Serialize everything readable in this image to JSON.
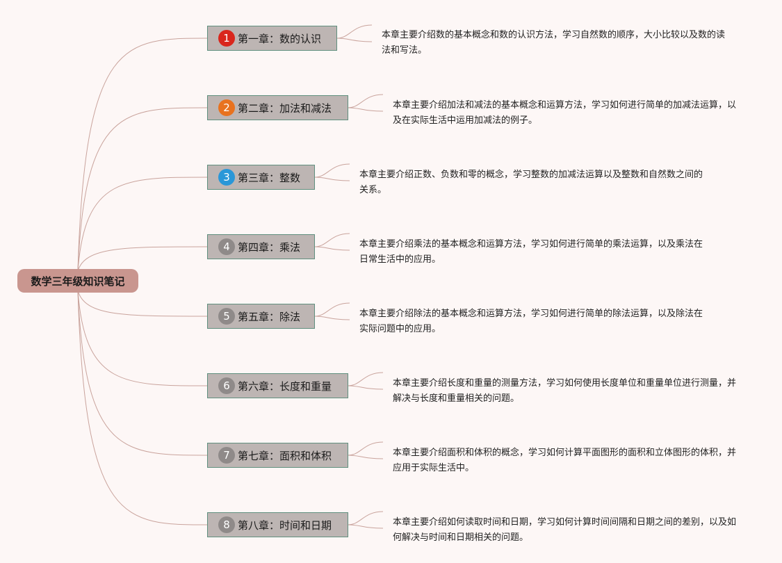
{
  "root": {
    "label": "数学三年级知识笔记"
  },
  "colors": {
    "badge1": "#d9261c",
    "badge2": "#e8721f",
    "badge3": "#2a97d8",
    "badge_gray": "#8f8a89",
    "link": "#c9a39c"
  },
  "chapters": [
    {
      "num": "1",
      "title": "第一章：数的认识",
      "desc": "本章主要介绍数的基本概念和数的认识方法，学习自然数的顺序，大小比较以及数的读法和写法。"
    },
    {
      "num": "2",
      "title": "第二章：加法和减法",
      "desc": "本章主要介绍加法和减法的基本概念和运算方法，学习如何进行简单的加减法运算，以及在实际生活中运用加减法的例子。"
    },
    {
      "num": "3",
      "title": "第三章：整数",
      "desc": "本章主要介绍正数、负数和零的概念，学习整数的加减法运算以及整数和自然数之间的关系。"
    },
    {
      "num": "4",
      "title": "第四章：乘法",
      "desc": "本章主要介绍乘法的基本概念和运算方法，学习如何进行简单的乘法运算，以及乘法在日常生活中的应用。"
    },
    {
      "num": "5",
      "title": "第五章：除法",
      "desc": "本章主要介绍除法的基本概念和运算方法，学习如何进行简单的除法运算，以及除法在实际问题中的应用。"
    },
    {
      "num": "6",
      "title": "第六章：长度和重量",
      "desc": "本章主要介绍长度和重量的测量方法，学习如何使用长度单位和重量单位进行测量，并解决与长度和重量相关的问题。"
    },
    {
      "num": "7",
      "title": "第七章：面积和体积",
      "desc": "本章主要介绍面积和体积的概念，学习如何计算平面图形的面积和立体图形的体积，并应用于实际生活中。"
    },
    {
      "num": "8",
      "title": "第八章：时间和日期",
      "desc": "本章主要介绍如何读取时间和日期，学习如何计算时间间隔和日期之间的差别，以及如何解决与时间和日期相关的问题。"
    }
  ]
}
